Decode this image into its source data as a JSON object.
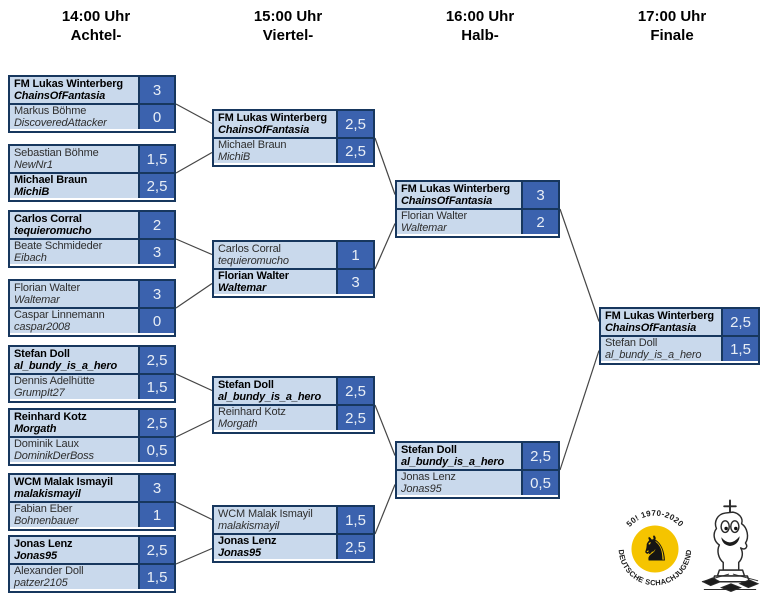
{
  "header": {
    "columns": [
      {
        "time": "14:00 Uhr",
        "round": "Achtel-"
      },
      {
        "time": "15:00 Uhr",
        "round": "Viertel-"
      },
      {
        "time": "16:00 Uhr",
        "round": "Halb-"
      },
      {
        "time": "17:00 Uhr",
        "round": "Finale"
      }
    ]
  },
  "rounds": [
    {
      "matches": [
        {
          "players": [
            {
              "name": "FM Lukas Winterberg",
              "username": "ChainsOfFantasia",
              "score": "3",
              "winner": true
            },
            {
              "name": "Markus Böhme",
              "username": "DiscoveredAttacker",
              "score": "0",
              "winner": false
            }
          ]
        },
        {
          "players": [
            {
              "name": "Sebastian Böhme",
              "username": "NewNr1",
              "score": "1,5",
              "winner": false
            },
            {
              "name": "Michael Braun",
              "username": "MichiB",
              "score": "2,5",
              "winner": true
            }
          ]
        },
        {
          "players": [
            {
              "name": "Carlos Corral",
              "username": "tequieromucho",
              "score": "2",
              "winner": true
            },
            {
              "name": "Beate Schmideder",
              "username": "Eibach",
              "score": "3",
              "winner": false
            }
          ]
        },
        {
          "players": [
            {
              "name": "Florian Walter",
              "username": "Waltemar",
              "score": "3",
              "winner": false
            },
            {
              "name": "Caspar Linnemann",
              "username": "caspar2008",
              "score": "0",
              "winner": false
            }
          ]
        },
        {
          "players": [
            {
              "name": "Stefan Doll",
              "username": "al_bundy_is_a_hero",
              "score": "2,5",
              "winner": true
            },
            {
              "name": "Dennis Adelhütte",
              "username": "GrumpIt27",
              "score": "1,5",
              "winner": false
            }
          ]
        },
        {
          "players": [
            {
              "name": "Reinhard Kotz",
              "username": "Morgath",
              "score": "2,5",
              "winner": true
            },
            {
              "name": "Dominik Laux",
              "username": "DominikDerBoss",
              "score": "0,5",
              "winner": false
            }
          ]
        },
        {
          "players": [
            {
              "name": "WCM Malak Ismayil",
              "username": "malakismayil",
              "score": "3",
              "winner": true
            },
            {
              "name": "Fabian Eber",
              "username": "Bohnenbauer",
              "score": "1",
              "winner": false
            }
          ]
        },
        {
          "players": [
            {
              "name": "Jonas Lenz",
              "username": "Jonas95",
              "score": "2,5",
              "winner": true
            },
            {
              "name": "Alexander Doll",
              "username": "patzer2105",
              "score": "1,5",
              "winner": false
            }
          ]
        }
      ]
    },
    {
      "matches": [
        {
          "players": [
            {
              "name": "FM Lukas Winterberg",
              "username": "ChainsOfFantasia",
              "score": "2,5",
              "winner": true
            },
            {
              "name": "Michael Braun",
              "username": "MichiB",
              "score": "2,5",
              "winner": false
            }
          ]
        },
        {
          "players": [
            {
              "name": "Carlos Corral",
              "username": "tequieromucho",
              "score": "1",
              "winner": false
            },
            {
              "name": "Florian Walter",
              "username": "Waltemar",
              "score": "3",
              "winner": true
            }
          ]
        },
        {
          "players": [
            {
              "name": "Stefan Doll",
              "username": "al_bundy_is_a_hero",
              "score": "2,5",
              "winner": true
            },
            {
              "name": "Reinhard Kotz",
              "username": "Morgath",
              "score": "2,5",
              "winner": false
            }
          ]
        },
        {
          "players": [
            {
              "name": "WCM Malak Ismayil",
              "username": "malakismayil",
              "score": "1,5",
              "winner": false
            },
            {
              "name": "Jonas Lenz",
              "username": "Jonas95",
              "score": "2,5",
              "winner": true
            }
          ]
        }
      ]
    },
    {
      "matches": [
        {
          "players": [
            {
              "name": "FM Lukas Winterberg",
              "username": "ChainsOfFantasia",
              "score": "3",
              "winner": true
            },
            {
              "name": "Florian Walter",
              "username": "Waltemar",
              "score": "2",
              "winner": false
            }
          ]
        },
        {
          "players": [
            {
              "name": "Stefan Doll",
              "username": "al_bundy_is_a_hero",
              "score": "2,5",
              "winner": true
            },
            {
              "name": "Jonas Lenz",
              "username": "Jonas95",
              "score": "0,5",
              "winner": false
            }
          ]
        }
      ]
    },
    {
      "matches": [
        {
          "players": [
            {
              "name": "FM Lukas Winterberg",
              "username": "ChainsOfFantasia",
              "score": "2,5",
              "winner": true
            },
            {
              "name": "Stefan Doll",
              "username": "al_bundy_is_a_hero",
              "score": "1,5",
              "winner": false
            }
          ]
        }
      ]
    }
  ],
  "logo": {
    "ring_top": "50! 1970-2020",
    "ring_bottom": "DEUTSCHE SCHACHJUGEND",
    "knight": "♞"
  },
  "colors": {
    "cellLight": "#C9D9EC",
    "cellScore": "#3B62AE",
    "border": "#17375E",
    "connector": "#454545",
    "badgeYellow": "#F5C400"
  }
}
